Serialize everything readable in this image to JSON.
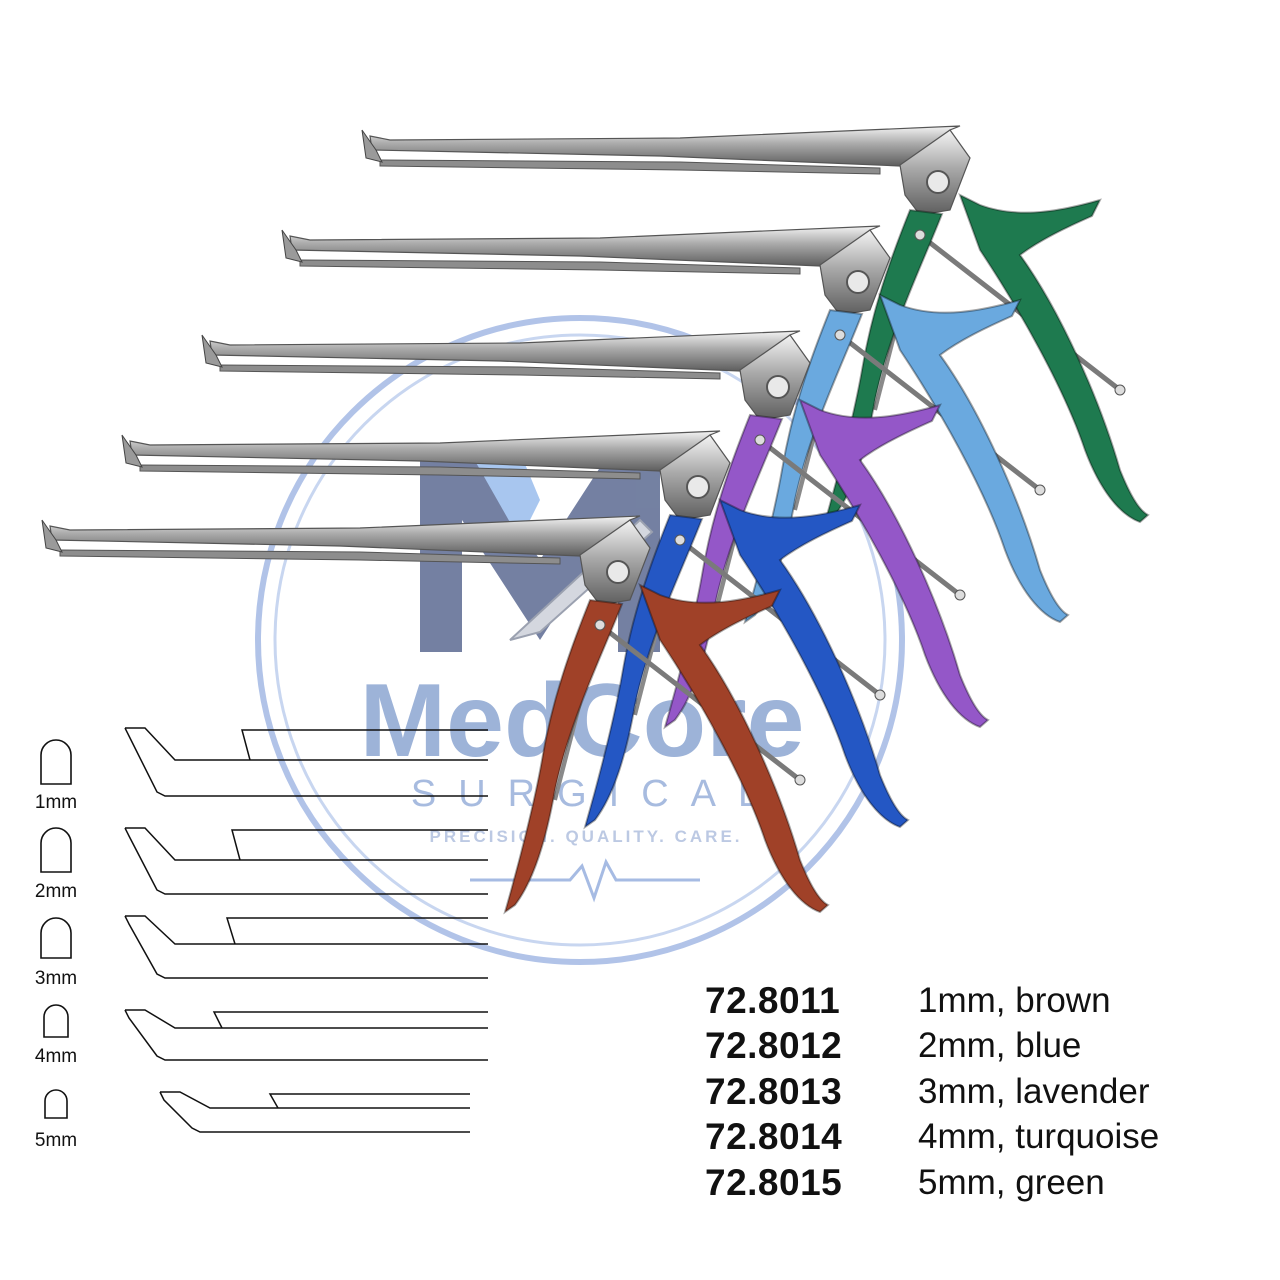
{
  "watermark": {
    "brand": "MedCore",
    "sub": "SURGICAL",
    "tagline": "PRECISION. QUALITY. CARE.",
    "colors": {
      "ring": "#9db4e0",
      "text": "#6f8fc6",
      "logo_dark": "#4a5a86",
      "logo_light": "#8fb6ea"
    }
  },
  "instruments": [
    {
      "color_name": "green",
      "color": "#1e7a4f"
    },
    {
      "color_name": "turquoise",
      "color": "#6aa9df"
    },
    {
      "color_name": "lavender",
      "color": "#9457c8"
    },
    {
      "color_name": "blue",
      "color": "#2457c4"
    },
    {
      "color_name": "brown",
      "color": "#a04128"
    }
  ],
  "tip_profiles": [
    {
      "label": "1mm"
    },
    {
      "label": "2mm"
    },
    {
      "label": "3mm"
    },
    {
      "label": "4mm"
    },
    {
      "label": "5mm"
    }
  ],
  "catalog": [
    {
      "code": "72.8011",
      "desc": "1mm, brown"
    },
    {
      "code": "72.8012",
      "desc": "2mm, blue"
    },
    {
      "code": "72.8013",
      "desc": "3mm, lavender"
    },
    {
      "code": "72.8014",
      "desc": "4mm, turquoise"
    },
    {
      "code": "72.8015",
      "desc": "5mm, green"
    }
  ]
}
